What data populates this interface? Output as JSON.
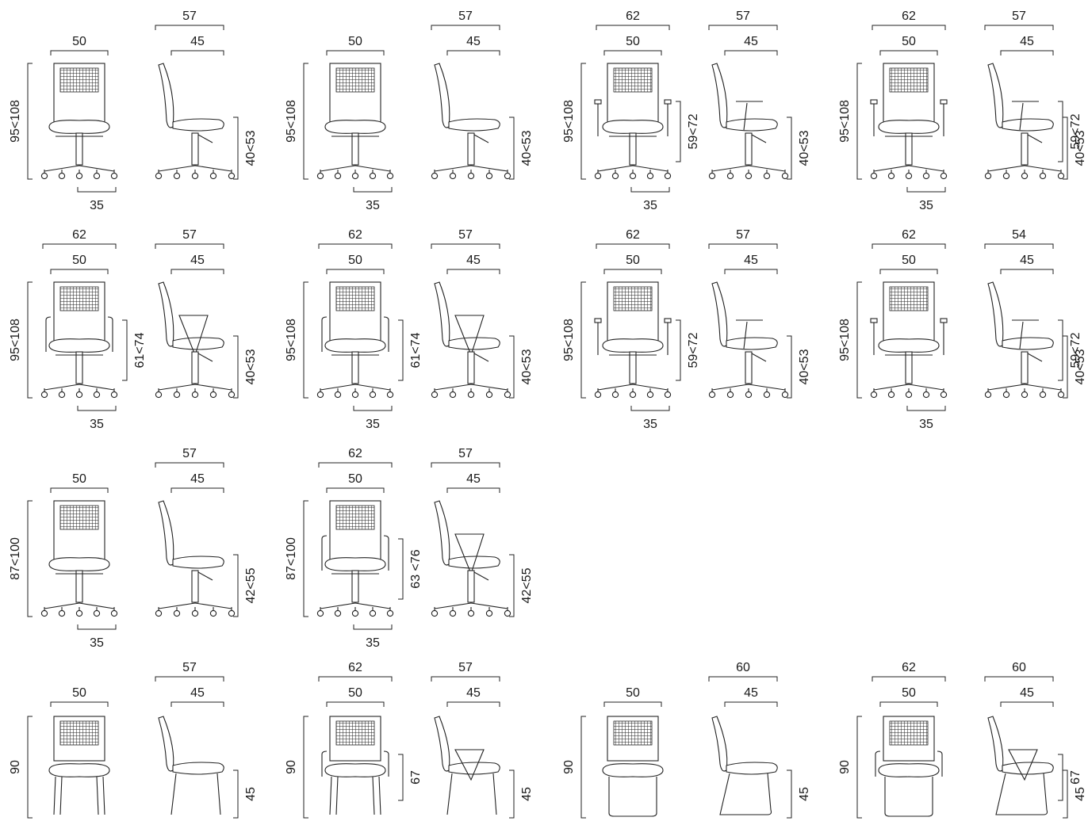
{
  "colors": {
    "line": "#222222",
    "background": "#ffffff"
  },
  "groups": [
    {
      "id": "g1",
      "front": {
        "wTop": "",
        "wBot": "50",
        "h": "95<108",
        "arm": "",
        "base": "35"
      },
      "side": {
        "dTop": "57",
        "dBot": "45",
        "arm": "",
        "seat": "40<53"
      },
      "type": "office"
    },
    {
      "id": "g2",
      "front": {
        "wTop": "",
        "wBot": "50",
        "h": "95<108",
        "arm": "",
        "base": "35"
      },
      "side": {
        "dTop": "57",
        "dBot": "45",
        "arm": "",
        "seat": "40<53"
      },
      "type": "office"
    },
    {
      "id": "g3",
      "front": {
        "wTop": "62",
        "wBot": "50",
        "h": "95<108",
        "arm": "59<72",
        "base": "35"
      },
      "side": {
        "dTop": "57",
        "dBot": "45",
        "arm": "",
        "seat": "40<53"
      },
      "type": "office-arms-t"
    },
    {
      "id": "g4",
      "front": {
        "wTop": "62",
        "wBot": "50",
        "h": "95<108",
        "arm": "",
        "base": "35"
      },
      "side": {
        "dTop": "57",
        "dBot": "45",
        "arm": "59<72",
        "seat": "40<53"
      },
      "type": "office-arms-t"
    },
    {
      "id": "g5",
      "front": {
        "wTop": "62",
        "wBot": "50",
        "h": "95<108",
        "arm": "61<74",
        "base": "35"
      },
      "side": {
        "dTop": "57",
        "dBot": "45",
        "arm": "",
        "seat": "40<53"
      },
      "type": "office-arms-loop"
    },
    {
      "id": "g6",
      "front": {
        "wTop": "62",
        "wBot": "50",
        "h": "95<108",
        "arm": "61<74",
        "base": "35"
      },
      "side": {
        "dTop": "57",
        "dBot": "45",
        "arm": "",
        "seat": "40<53"
      },
      "type": "office-arms-loop"
    },
    {
      "id": "g7",
      "front": {
        "wTop": "62",
        "wBot": "50",
        "h": "95<108",
        "arm": "59<72",
        "base": "35"
      },
      "side": {
        "dTop": "57",
        "dBot": "45",
        "arm": "",
        "seat": "40<53"
      },
      "type": "office-arms-t"
    },
    {
      "id": "g8",
      "front": {
        "wTop": "62",
        "wBot": "50",
        "h": "95<108",
        "arm": "",
        "base": "35"
      },
      "side": {
        "dTop": "54",
        "dBot": "45",
        "arm": "59<72",
        "seat": "40<53"
      },
      "type": "office-arms-t"
    },
    {
      "id": "g9",
      "front": {
        "wTop": "",
        "wBot": "50",
        "h": "87<100",
        "arm": "",
        "base": "35"
      },
      "side": {
        "dTop": "57",
        "dBot": "45",
        "arm": "",
        "seat": "42<55"
      },
      "type": "task"
    },
    {
      "id": "g10",
      "front": {
        "wTop": "62",
        "wBot": "50",
        "h": "87<100",
        "arm": "63 <76",
        "base": "35"
      },
      "side": {
        "dTop": "57",
        "dBot": "45",
        "arm": "",
        "seat": "42<55"
      },
      "type": "task-arms"
    },
    {
      "id": "g11",
      "front": {
        "wTop": "",
        "wBot": "50",
        "h": "90",
        "arm": "",
        "base": ""
      },
      "side": {
        "dTop": "57",
        "dBot": "45",
        "arm": "",
        "seat": "45"
      },
      "type": "visitor-4leg"
    },
    {
      "id": "g12",
      "front": {
        "wTop": "62",
        "wBot": "50",
        "h": "90",
        "arm": "67",
        "base": ""
      },
      "side": {
        "dTop": "57",
        "dBot": "45",
        "arm": "",
        "seat": "45"
      },
      "type": "visitor-4leg-arms"
    },
    {
      "id": "g13",
      "front": {
        "wTop": "",
        "wBot": "50",
        "h": "90",
        "arm": "",
        "base": ""
      },
      "side": {
        "dTop": "60",
        "dBot": "45",
        "arm": "",
        "seat": "45"
      },
      "type": "visitor-sled"
    },
    {
      "id": "g14",
      "front": {
        "wTop": "62",
        "wBot": "50",
        "h": "90",
        "arm": "",
        "base": ""
      },
      "side": {
        "dTop": "60",
        "dBot": "45",
        "arm": "67",
        "seat": "45"
      },
      "type": "visitor-sled-arms"
    }
  ]
}
